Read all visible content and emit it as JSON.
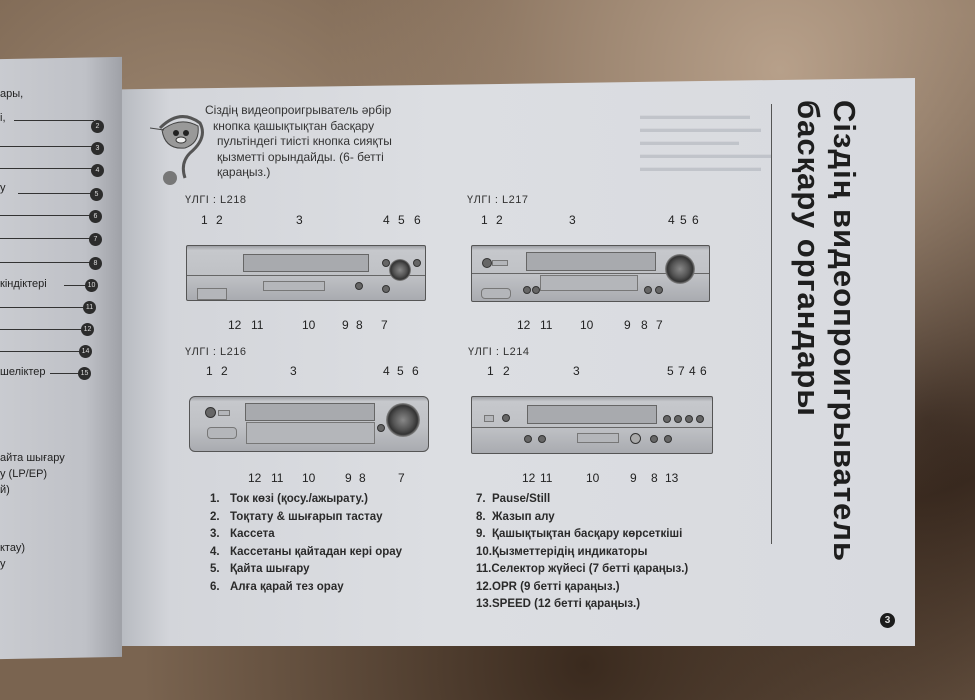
{
  "left_page": {
    "fragments": [
      "ары,",
      "і,",
      "у",
      "кіндіктері",
      "шеліктер",
      "айта шығару",
      "у (LP/EP)",
      "й)",
      "ктау)",
      "у"
    ],
    "badges": [
      "2",
      "3",
      "4",
      "5",
      "6",
      "7",
      "8",
      "10",
      "11",
      "12",
      "14",
      "15"
    ]
  },
  "right_page": {
    "intro_lines": [
      "Сіздің видеопроигрыватель әрбір",
      "кнопка қашықтықтан басқару",
      "пультіндегі тиісті кнопка сияқты",
      "қызметті орындайды. (6- бетті",
      "қараңыз.)"
    ],
    "title_lines": [
      "Сіздің видеопроигрыватель",
      "басқару органдары"
    ],
    "page_number": "3",
    "models": [
      {
        "label": "ҮЛГІ : L218",
        "top_numbers": [
          "1",
          "2",
          "3",
          "4",
          "5",
          "6"
        ],
        "bottom_numbers": [
          "12",
          "11",
          "10",
          "9",
          "8",
          "7"
        ]
      },
      {
        "label": "ҮЛГІ : L217",
        "top_numbers": [
          "1",
          "2",
          "3",
          "4",
          "5",
          "6"
        ],
        "bottom_numbers": [
          "12",
          "11",
          "10",
          "9",
          "8",
          "7"
        ]
      },
      {
        "label": "ҮЛГІ : L216",
        "top_numbers": [
          "1",
          "2",
          "3",
          "4",
          "5",
          "6"
        ],
        "bottom_numbers": [
          "12",
          "11",
          "10",
          "9",
          "8",
          "7"
        ]
      },
      {
        "label": "ҮЛГІ : L214",
        "top_numbers": [
          "1",
          "2",
          "3",
          "5",
          "7",
          "4",
          "6"
        ],
        "bottom_numbers": [
          "12",
          "11",
          "10",
          "9",
          "8",
          "13"
        ]
      }
    ],
    "legend_left": [
      {
        "n": "1.",
        "text": "Ток көзі (қосу./ажырату.)"
      },
      {
        "n": "2.",
        "text": "Тоқтату & шығарып тастау"
      },
      {
        "n": "3.",
        "text": "Кассета"
      },
      {
        "n": "4.",
        "text": "Кассетаны қайтадан кері орау"
      },
      {
        "n": "5.",
        "text": "Қайта шығару"
      },
      {
        "n": "6.",
        "text": "Алға қарай тез орау"
      }
    ],
    "legend_right": [
      {
        "n": "7.",
        "text": "Pause/Still"
      },
      {
        "n": "8.",
        "text": "Жазып алу"
      },
      {
        "n": "9.",
        "text": "Қашықтықтан басқару көрсеткіші"
      },
      {
        "n": "10.",
        "text": "Қызметтерідің индикаторы"
      },
      {
        "n": "11.",
        "text": "Селектор жүйесі (7 бетті қараңыз.)"
      },
      {
        "n": "12.",
        "text": "OPR (9 бетті қараңыз.)"
      },
      {
        "n": "13.",
        "text": "SPEED (12 бетті қараңыз.)"
      }
    ]
  }
}
